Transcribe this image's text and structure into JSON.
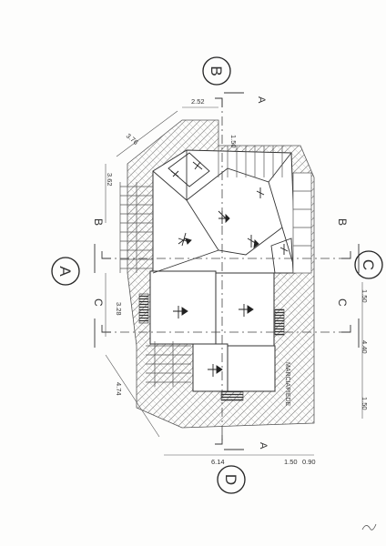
{
  "view_markers": {
    "b": "B",
    "a": "A",
    "c": "C",
    "d": "D"
  },
  "section_letters": {
    "a_top": "A",
    "a_bottom": "A",
    "b_left": "B",
    "b_right": "B",
    "c_left": "C",
    "c_right": "C"
  },
  "dimensions": {
    "top_2_52": "2.52",
    "diag_3_76": "3.76",
    "left_3_62": "3.62",
    "small_1_50": "1.50",
    "mid_3_28": "3.28",
    "left_4_74": "4.74",
    "bottom_6_14": "6.14",
    "bottom_1_50": "1.50",
    "bottom_0_90": "0.90",
    "right_1_50_top": "1.50",
    "right_4_40": "4.40",
    "right_1_50_bottom": "1.50"
  },
  "labels": {
    "marciapiede": "MARCIAPIEDE"
  },
  "colors": {
    "line": "#333333",
    "hatch": "#8a8a8a"
  }
}
